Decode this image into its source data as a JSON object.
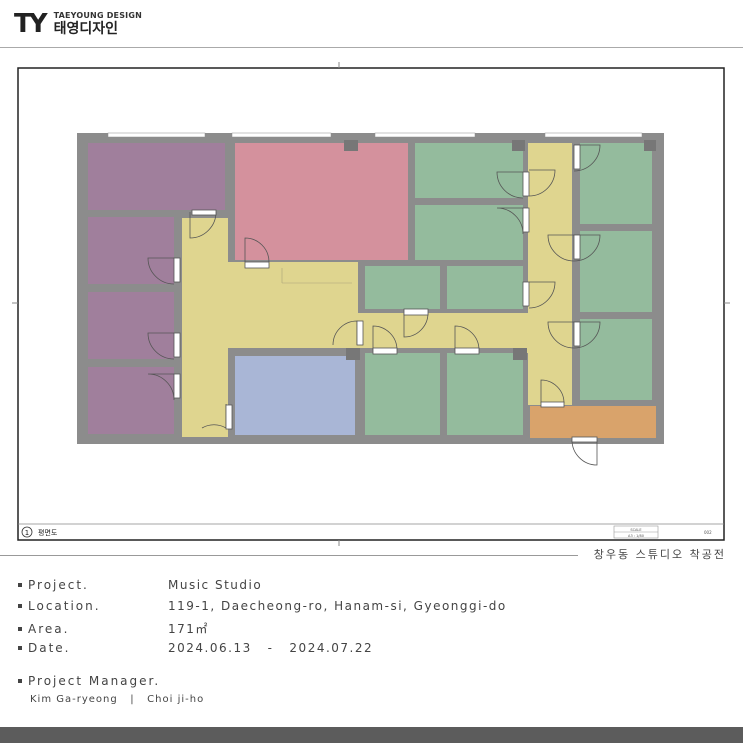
{
  "brand": {
    "mark": "TY",
    "name_en": "TAEYOUNG DESIGN",
    "name_ko": "태영디자인"
  },
  "drawing": {
    "sheet_number": "1",
    "sheet_title": "평면도",
    "scale_label": "SCALE",
    "scale_value": "A3 : 1/80",
    "sheet_code": "002"
  },
  "caption": "창우동 스튜디오 착공전",
  "info": {
    "project_label": "Project.",
    "project_value": "Music Studio",
    "location_label": "Location.",
    "location_value": "119-1, Daecheong-ro, Hanam-si, Gyeonggi-do",
    "area_label": "Area.",
    "area_value": "171㎡",
    "date_label": "Date.",
    "date_value": "2024.06.13   -   2024.07.22",
    "manager_label": "Project Manager.",
    "manager_value": "Kim Ga-ryeong   |   Choi ji-ho"
  },
  "colors": {
    "wall": "#8c8c8c",
    "purple_room": "#a07f9c",
    "pink_room": "#d4919d",
    "green_room": "#94bb9d",
    "blue_room": "#a9b6d6",
    "corridor": "#dfd58f",
    "orange_room": "#d9a36b",
    "bottom_bar": "#5c5c5c"
  }
}
